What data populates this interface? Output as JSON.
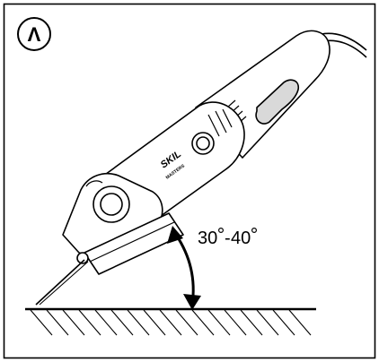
{
  "figure": {
    "panel_label": "Λ",
    "angle_label_from": "30",
    "angle_label_sep": "-",
    "angle_label_to": "40",
    "brand_logo_text": "SKIL",
    "brand_sub_text": "MASTERS"
  },
  "colors": {
    "stroke": "#000000",
    "background": "#ffffff",
    "handle_shade": "#d9d9d9"
  },
  "icons": {
    "tool": "angle-grinder-illustration",
    "angle": "curved-double-arrow"
  }
}
